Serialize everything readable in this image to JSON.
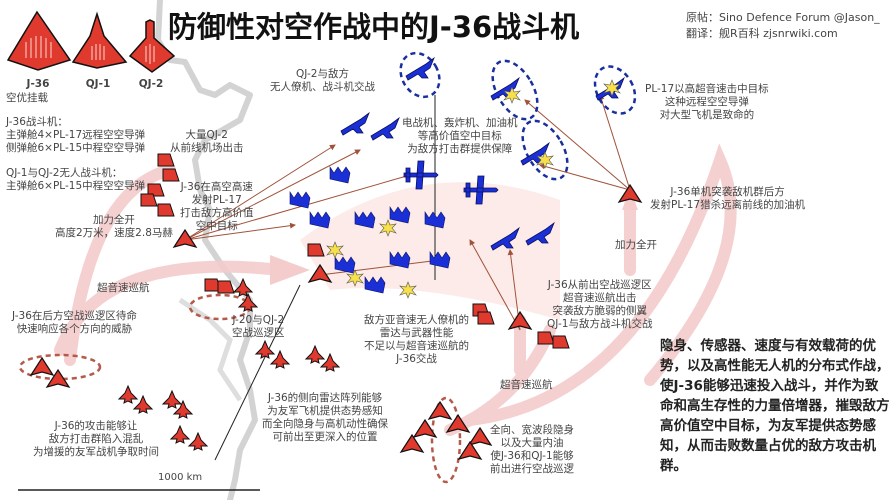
{
  "title": "防御性对空作战中的J-36战斗机",
  "credits": {
    "source": "原帖：Sino Defence Forum @Jason_",
    "translation": "翻译：舰R百科 zjsnrwiki.com"
  },
  "legend": {
    "aircraft": [
      {
        "name": "J-36",
        "sub": "空优挂载"
      },
      {
        "name": "QJ-1",
        "sub": ""
      },
      {
        "name": "QJ-2",
        "sub": ""
      }
    ]
  },
  "loadouts": {
    "j36_title": "J-36战斗机：",
    "j36_line1": "主弹舱4×PL-17远程空空导弹",
    "j36_line2": "侧弹舱6×PL-15中程空空导弹",
    "qj_title": "QJ-1与QJ-2无人战斗机：",
    "qj_line1": "主弹舱6×PL-15中程空空导弹"
  },
  "annotations": {
    "qj2_sortie": [
      "大量QJ-2",
      "从前线机场出击"
    ],
    "j36_highspeed": [
      "J-36在高空高速",
      "发射PL-17",
      "打击敌方高价值",
      "空中目标"
    ],
    "afterburner_high": [
      "加力全开",
      "高度2万米，速度2.8马赫"
    ],
    "supercruise_left": "超音速巡航",
    "j36_rear_cap": [
      "J-36在后方空战巡逻区待命",
      "快速响应各个方向的威胁"
    ],
    "j20_qj2_cap": [
      "J-20与QJ-2",
      "空战巡逻区"
    ],
    "qj2_engage": [
      "QJ-2与敌方",
      "无人僚机、战斗机交战"
    ],
    "hva_targets": [
      "电战机、轰炸机、加油机",
      "等高价值空中目标",
      "为敌方打击群提供保障"
    ],
    "pl17_hit": [
      "PL-17以高超音速击中目标",
      "这种远程空空导弹",
      "对大型飞机是致命的"
    ],
    "j36_tanker_raid": [
      "J-36单机突袭敌机群后方",
      "发射PL-17猎杀远离前线的加油机"
    ],
    "afterburner_right": "加力全开",
    "enemy_drones": [
      "敌方亚音速无人僚机的",
      "雷达与武器性能",
      "不足以与超音速巡航的",
      "J-36交战"
    ],
    "j36_forward_cap": [
      "J-36从前出空战巡逻区",
      "超音速巡航出击",
      "突袭敌方脆弱的侧翼",
      "QJ-1与敌方战斗机交战"
    ],
    "j36_confusion": [
      "J-36的攻击能够让",
      "敌方打击群陷入混乱",
      "为增援的友军战机争取时间"
    ],
    "j36_side_radar": [
      "J-36的侧向雷达阵列能够",
      "为友军飞机提供态势感知",
      "而全向隐身与高机动性确保",
      "可前出至更深入的位置"
    ],
    "supercruise_bottom": "超音速巡航",
    "stealth_fuel": [
      "全向、宽波段隐身",
      "以及大量内油",
      "使J-36和QJ-1能够",
      "前出进行空战巡逻"
    ]
  },
  "summary": "隐身、传感器、速度与有效载荷的优势，以及高性能无人机的分布式作战，使J-36能够迅速投入战斗，并作为致命和高生存性的力量倍增器，摧毁敌方高价值空中目标，为友军提供态势感知，从而击败数量占优的敌方攻击机群。",
  "scale": {
    "label": "1000 km"
  },
  "colors": {
    "friendly": "#e03a2f",
    "enemy": "#1a2fd6",
    "arrow": "#f4cccc",
    "missile": "#a0523a",
    "cap_ring": "#b55a4a",
    "enemy_ring": "#1a2f9e",
    "explosion": "#f7e04a"
  }
}
